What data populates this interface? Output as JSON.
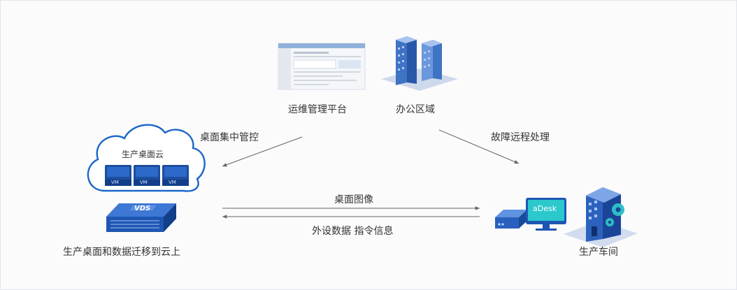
{
  "nodes": {
    "ops_platform": "运维管理平台",
    "office_area": "办公区域",
    "cloud": "生产桌面云",
    "vm_label": "VM",
    "vds_badge": "VDS",
    "migration": "生产桌面和数据迁移到云上",
    "workshop": "生产车间",
    "adesk": "aDesk"
  },
  "edges": {
    "central_control": "桌面集中管控",
    "remote_fix": "故障远程处理",
    "desktop_image": "桌面图像",
    "peripheral_data": "外设数据 指令信息"
  },
  "colors": {
    "primary_blue": "#1f5fbf",
    "dark_blue": "#123e8a",
    "cloud_stroke": "#1b67c9",
    "arrow": "#666666",
    "teal": "#27c3c9"
  }
}
